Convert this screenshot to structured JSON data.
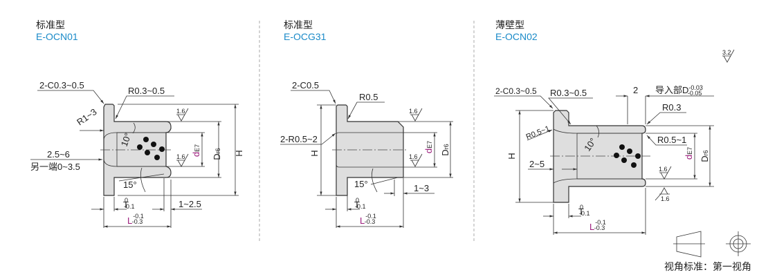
{
  "panels": [
    {
      "type_label": "标准型",
      "code": "E-OCN01",
      "labels": {
        "chamfer": "2-C0.3~0.5",
        "radius": "R0.3~0.5",
        "fillet": "R1~3",
        "angle_top": "10°",
        "angle_bottom": "15°",
        "offset": "2.5~6",
        "other_end": "另一端0~3.5",
        "roughness_top": "1.6",
        "roughness_bore": "1.6",
        "d": "d",
        "d_sub": "E7",
        "D": "D",
        "D_sub": "r6",
        "H": "H",
        "T": "T",
        "T_sup": "0",
        "T_sub": "-0.1",
        "L": "L",
        "L_sup": "-0.1",
        "L_sub": "-0.3",
        "end_len": "1~2.5"
      }
    },
    {
      "type_label": "标准型",
      "code": "E-OCG31",
      "labels": {
        "chamfer": "2-C0.5",
        "radius": "R0.5",
        "fillet": "2-R0.5~2",
        "angle_bottom": "15°",
        "roughness_top": "1.6",
        "roughness_bore": "1.6",
        "d": "d",
        "d_sub": "E7",
        "D": "D",
        "D_sub": "r6",
        "H": "H",
        "T": "T",
        "T_sup": "0",
        "T_sub": "-0.1",
        "L": "L",
        "L_sup": "-0.1",
        "L_sub": "-0.3",
        "end_len": "1~3"
      }
    },
    {
      "type_label": "薄壁型",
      "code": "E-OCN02",
      "labels": {
        "chamfer": "2-C0.3~0.5",
        "radius": "R0.3~0.5",
        "lead_len": "2",
        "lead": "导入部D",
        "lead_sup": "-0.03",
        "lead_sub": "-0.05",
        "r_end": "R0.3",
        "r_inner": "R0.5~1",
        "fillet": "R0.5~1",
        "angle_top": "10°",
        "offset": "2~5",
        "roughness_bore": "1.6",
        "roughness_outer": "1.6",
        "d": "d",
        "d_sub": "E7",
        "D": "D",
        "D_sub": "r6",
        "H": "H",
        "T": "T",
        "T_sup": "0",
        "T_sub": "-0.1",
        "L": "L",
        "L_sup": "-0.1",
        "L_sub": "-0.3"
      }
    }
  ],
  "general_roughness": "3.2",
  "projection": {
    "label": "视角标准：第一视角"
  },
  "colors": {
    "code": "#1a8ac8",
    "tolerance_letter": "#9b1b7b",
    "part_fill": "#dedede"
  }
}
